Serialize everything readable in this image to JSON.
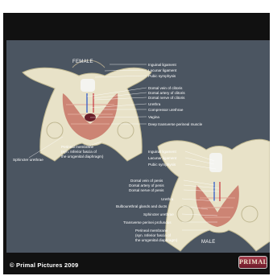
{
  "figure": {
    "female_title": "FEMALE",
    "male_title": "MALE",
    "female_labels": [
      "Inguinal ligament",
      "Lacunar ligament",
      "Pubic symphysis",
      "Dorsal vein of clitoris",
      "Dorsal artery of clitoris",
      "Dorsal nerve of clitoris",
      "Urethra",
      "Compressor urethrae",
      "Vagina",
      "Deep transverse perineal muscle"
    ],
    "female_membrane": [
      "Perineal membrane",
      "(syn. Inferior fascia of",
      "the urogenital diaphragm)"
    ],
    "female_sphincter": "Sphincter urethrae",
    "male_labels_top": [
      "Inguinal ligament",
      "Lacunar ligament",
      "Pubic symphysis"
    ],
    "male_labels_mid": [
      "Dorsal vein of penis",
      "Dorsal artery of penis",
      "Dorsal nerve of penis",
      "Urethra",
      "Bulbourethral glands and ducts",
      "Sphincter urethrae",
      "Transverse perinei profundus"
    ],
    "male_membrane": [
      "Perineal membrane",
      "(syn. Inferior fascia of",
      "the urogenital diaphragm)"
    ]
  },
  "footer": {
    "copyright": "© Primal Pictures 2009",
    "logo": "PRIMAL"
  }
}
